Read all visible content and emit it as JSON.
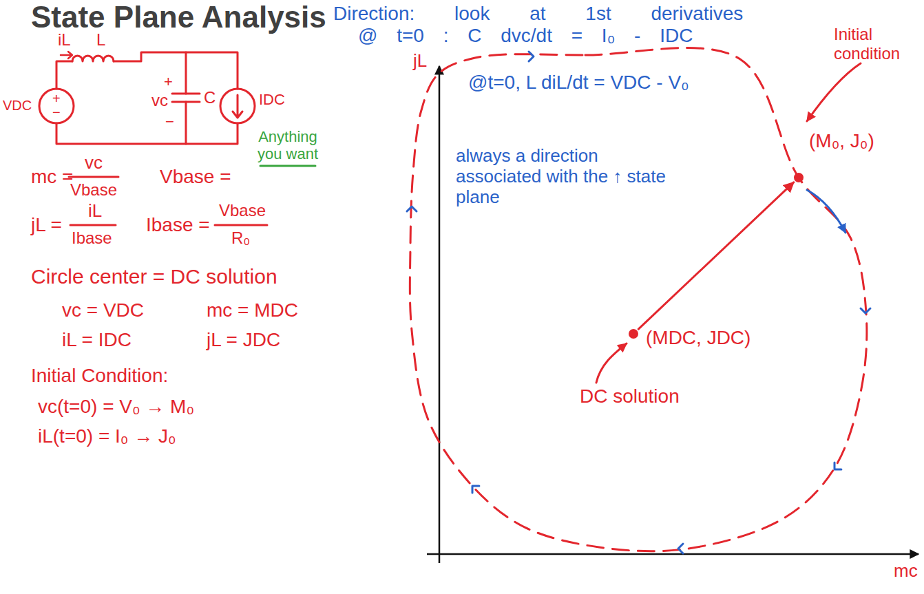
{
  "diagram": {
    "title": "State Plane Analysis",
    "nodes": [
      {
        "text": [
          "(M₀, J₀)"
        ]
      },
      {
        "text": [
          "(MDC, JDC)"
        ]
      }
    ],
    "edges": [
      {
        "from": 1,
        "to": 0,
        "arrow": "to"
      }
    ],
    "labels": [
      "Direction: look at 1st derivatives",
      "@ t=0 : C dvc/dt = I₀ - IDC",
      "Initial condition",
      "iL",
      "L",
      "VDC",
      "+",
      "−",
      "+",
      "vc",
      "−",
      "C",
      "IDC",
      "jL",
      "@t=0, L diL/dt = VDC - V₀",
      "Anything you want",
      "mc =",
      "vc",
      "Vbase",
      "Vbase =",
      "always a direction associated with the ↑ state plane",
      "jL =",
      "iL",
      "Ibase",
      "Ibase =",
      "Vbase",
      "R₀",
      "Circle center = DC solution",
      "vc = VDC",
      "mc = MDC",
      "iL = IDC",
      "jL = JDC",
      "Initial Condition:",
      "vc(t=0) = V₀ → M₀",
      "iL(t=0) = I₀ → J₀",
      "DC solution",
      "mc"
    ]
  }
}
